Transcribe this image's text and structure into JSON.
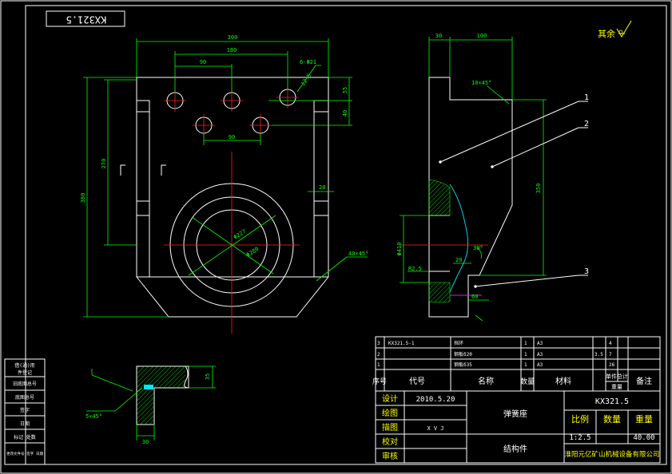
{
  "drawing_code": "KX321.5",
  "roughness_note": "其余",
  "dims": {
    "front_width": "300",
    "hole_span_outer": "180",
    "hole_span_upper": "90",
    "hole_span_lower": "90",
    "hole_note": "6-Φ21",
    "hole_angle": "12.5",
    "top_offset_1": "55",
    "top_offset_2": "40",
    "height_inner": "270",
    "height_total": "380",
    "slot_width": "20",
    "chamfer_main": "40×45°",
    "circle_inner": "Φ227",
    "circle_outer": "Φ280",
    "side_w1": "30",
    "side_w2": "100",
    "side_chamfer": "10×45°",
    "side_height": "350",
    "side_bore": "Φ410",
    "side_r": "R2.5",
    "side_small": "20",
    "side_angle": "30°",
    "side_bottom": "60",
    "detail_h": "35",
    "detail_chamfer": "5×45°",
    "detail_w": "30"
  },
  "leaders": [
    "1",
    "2",
    "3"
  ],
  "left_strip": [
    "借(通)用",
    "件登记",
    "旧底图总号",
    "底图总号",
    "签字",
    "日期",
    "标记 处数",
    "更改文件号 签字 日期"
  ],
  "bom": {
    "rows": [
      [
        "3",
        "KX321.5-1",
        "挡环",
        "1",
        "A3",
        "",
        "4",
        ""
      ],
      [
        "2",
        "",
        "钢板δ20",
        "1",
        "A3",
        "",
        "3.5",
        "7"
      ],
      [
        "1",
        "",
        "钢板δ35",
        "1",
        "A3",
        "",
        "",
        "26"
      ]
    ],
    "header": [
      "序号",
      "代号",
      "名称",
      "数量",
      "材料",
      "单件",
      "总计",
      "备注"
    ],
    "weight_label": "重量"
  },
  "title_block": {
    "labels": [
      "设计",
      "绘图",
      "描图",
      "校对",
      "审核"
    ],
    "date": "2010.5.20",
    "drawer": "X V J",
    "part_name": "弹簧座",
    "part_type": "结构件",
    "code": "KX321.5",
    "col_headers": [
      "比例",
      "数量",
      "重量"
    ],
    "scale": "1:2.5",
    "weight": "40.00",
    "company": "淮阳元亿矿山机械设备有限公司"
  }
}
